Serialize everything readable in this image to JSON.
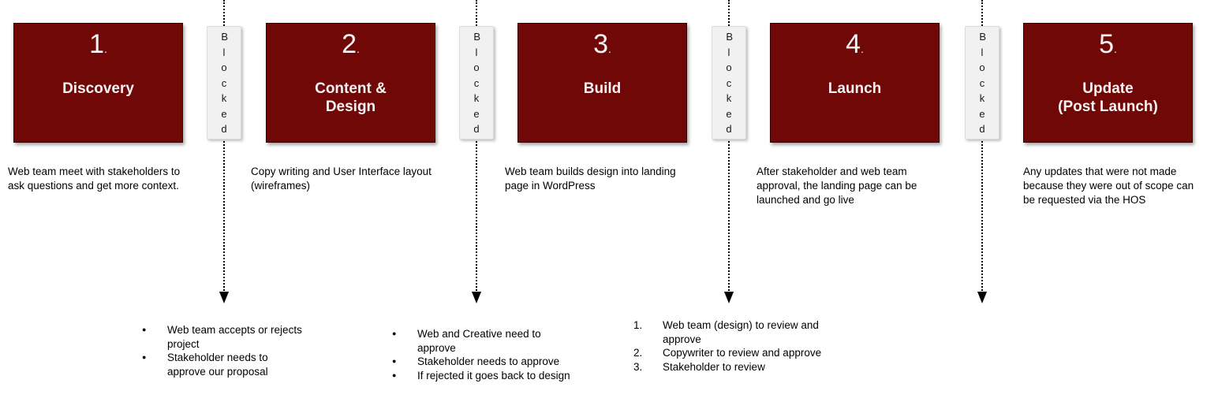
{
  "diagram": {
    "blocker_label": "Blocked",
    "colors": {
      "stage_fill": "#700808",
      "stage_border": "#2E0404",
      "stage_text": "#F7F2F2",
      "blocker_fill": "#F1F1F1",
      "blocker_border": "#DADADA",
      "arrow": "#000000"
    },
    "stages": [
      {
        "number": "1",
        "number_suffix": ".",
        "title": "Discovery",
        "description": "Web team meet with stakeholders to\nask questions and get more context."
      },
      {
        "number": "2",
        "number_suffix": ".",
        "title": "Content &\nDesign",
        "description": "Copy writing and User Interface layout\n(wireframes)"
      },
      {
        "number": "3",
        "number_suffix": ".",
        "title": "Build",
        "description": "Web team builds design into landing\npage in WordPress"
      },
      {
        "number": "4",
        "number_suffix": ".",
        "title": "Launch",
        "description": "After stakeholder and web team\napproval, the landing page can be\nlaunched and go live"
      },
      {
        "number": "5",
        "number_suffix": ".",
        "title": "Update\n(Post Launch)",
        "description": "Any updates that were not made\nbecause they were out of scope can\nbe requested via the HOS"
      }
    ],
    "approval_lists": [
      {
        "type": "bullet",
        "items": [
          {
            "marker": "●",
            "text": "Web team accepts or rejects\nproject"
          },
          {
            "marker": "●",
            "text": "Stakeholder needs to\napprove our proposal"
          }
        ]
      },
      {
        "type": "bullet",
        "items": [
          {
            "marker": "●",
            "text": "Web and Creative need to\napprove"
          },
          {
            "marker": "●",
            "text": "Stakeholder needs to approve"
          },
          {
            "marker": "●",
            "text": "If rejected it goes back to design"
          }
        ]
      },
      {
        "type": "numbered",
        "items": [
          {
            "marker": "1.",
            "text": "Web team (design) to review and\napprove"
          },
          {
            "marker": "2.",
            "text": "Copywriter to review and approve"
          },
          {
            "marker": "3.",
            "text": "Stakeholder to review"
          }
        ]
      }
    ]
  }
}
